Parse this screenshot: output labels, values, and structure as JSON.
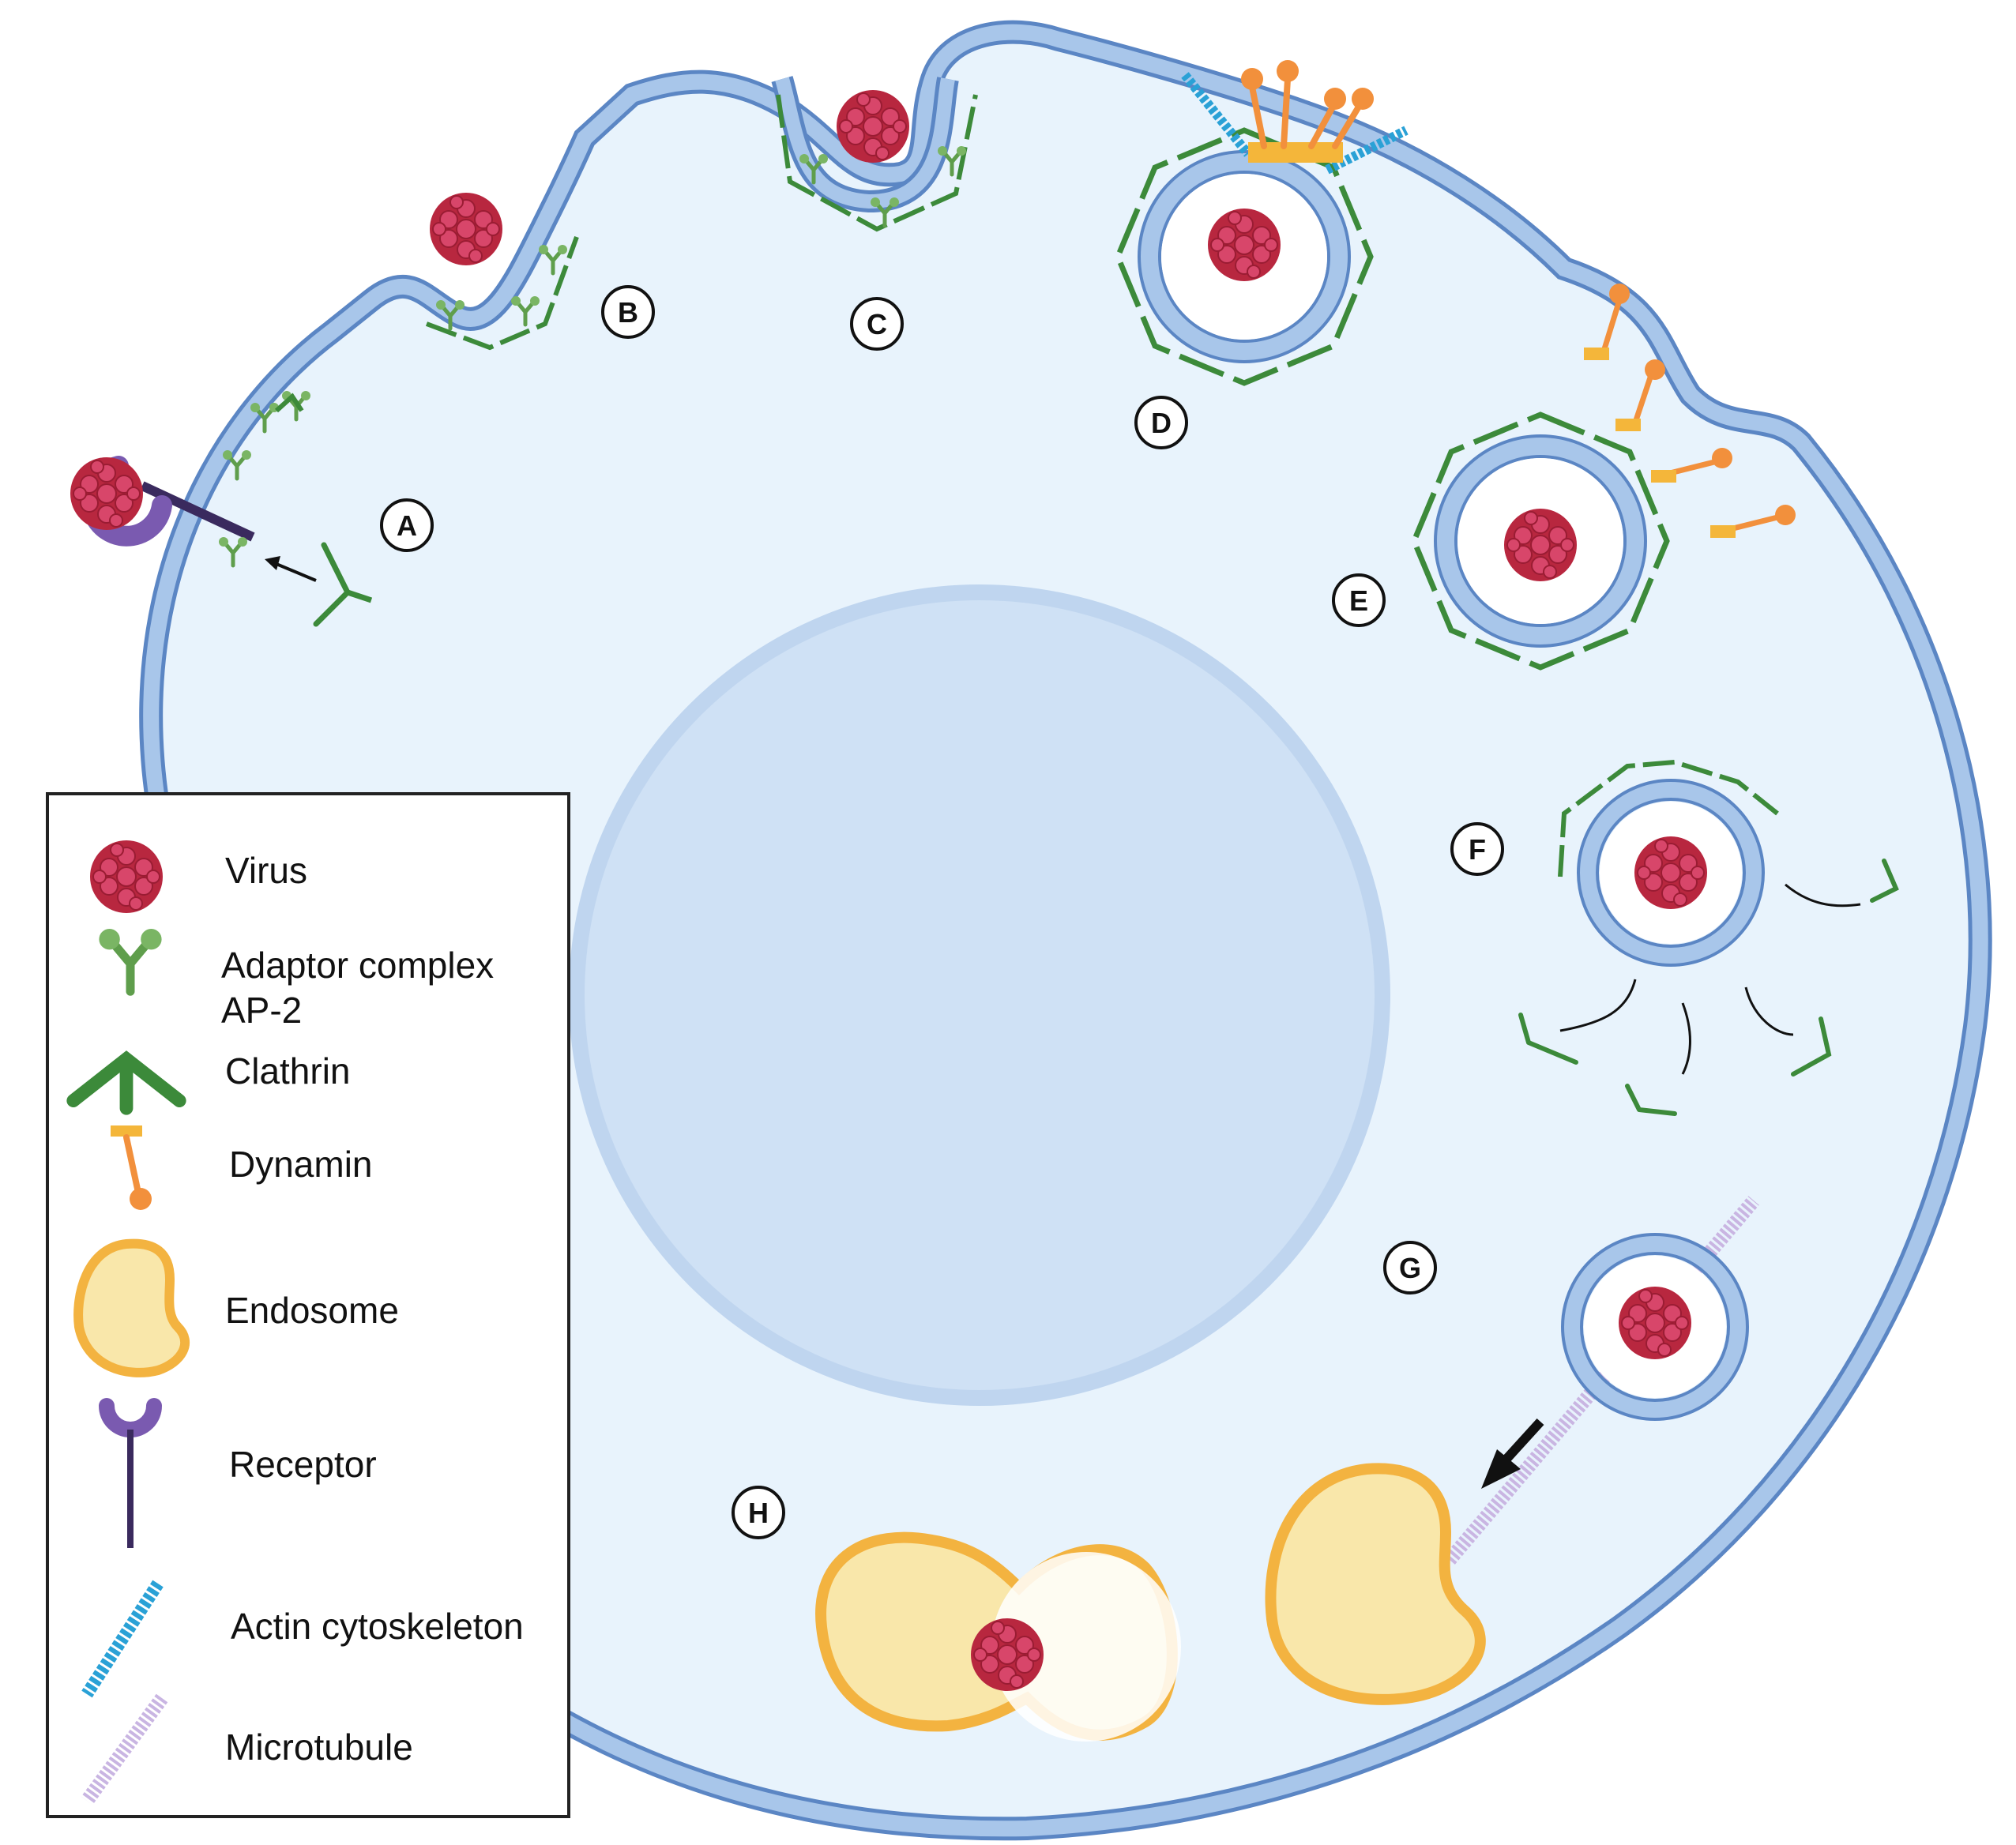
{
  "steps": {
    "a": "A",
    "b": "B",
    "c": "C",
    "d": "D",
    "e": "E",
    "f": "F",
    "g": "G",
    "h": "H"
  },
  "legend": {
    "virus": "Virus",
    "adaptor_line1": "Adaptor complex",
    "adaptor_line2": "AP-2",
    "clathrin": "Clathrin",
    "dynamin": "Dynamin",
    "endosome": "Endosome",
    "receptor": "Receptor",
    "actin": "Actin cytoskeleton",
    "microtubule": "Microtubule"
  },
  "colors": {
    "cytoplasm": "#e8f3fc",
    "membrane": "#a8c6ea",
    "membrane_edge": "#5b86c4",
    "nucleus": "#cfe1f5",
    "virus": "#c8324f",
    "clathrin": "#3c8a3a",
    "adaptor": "#6aaa55",
    "dynamin": "#f2903c",
    "dynamin_head": "#f4b63a",
    "endosome_fill": "#f9e7aa",
    "endosome_edge": "#f3b340",
    "receptor": "#5a3d86",
    "actin": "#2aa1d6",
    "microtubule": "#c9b5e2"
  },
  "icons": [
    "virus-icon",
    "adaptor-complex-icon",
    "clathrin-icon",
    "dynamin-icon",
    "endosome-icon",
    "receptor-icon",
    "actin-cytoskeleton-icon",
    "microtubule-icon"
  ]
}
